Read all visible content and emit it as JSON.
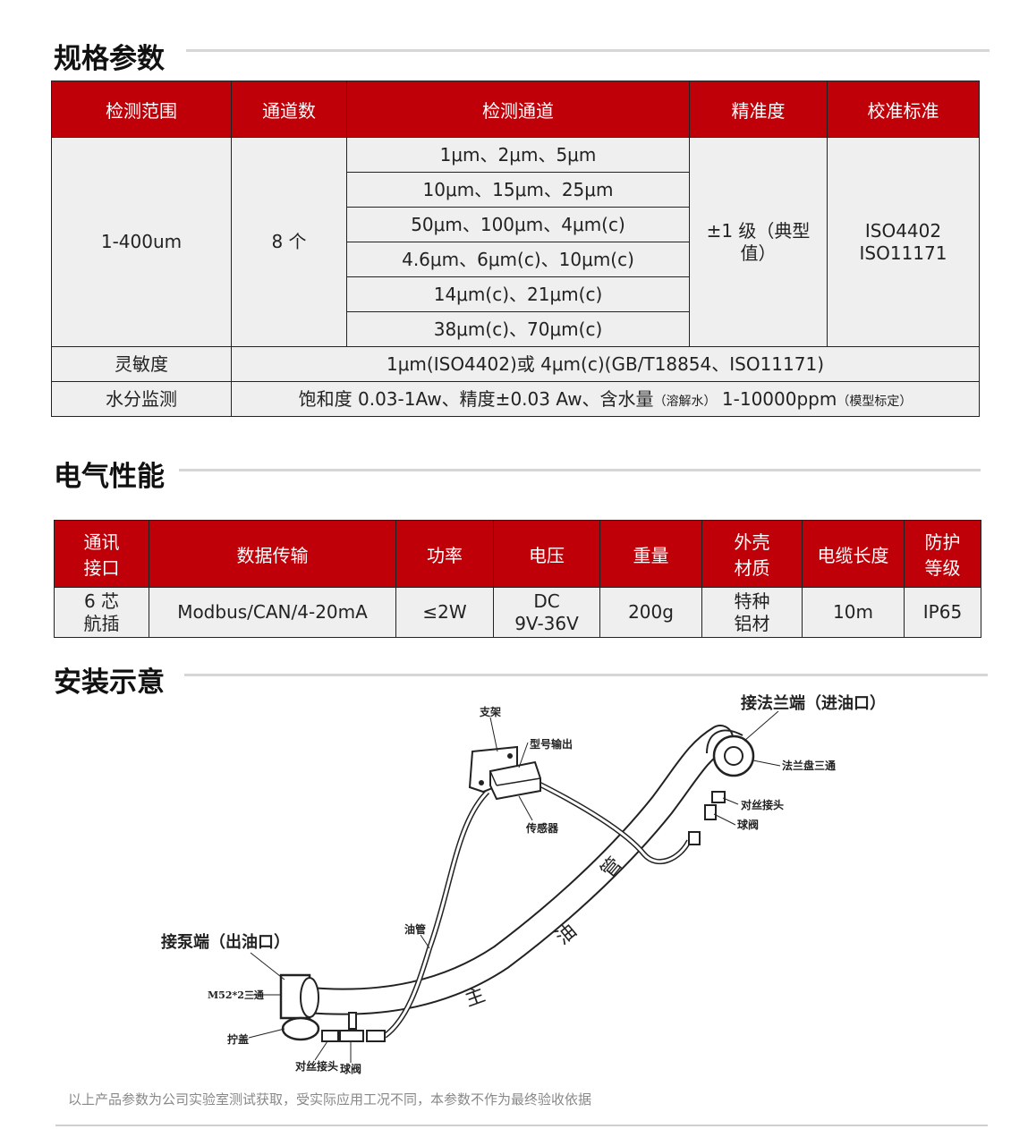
{
  "sections": {
    "spec_title": "规格参数",
    "electric_title": "电气性能",
    "install_title": "安装示意"
  },
  "spec_table": {
    "headers": [
      "检测范围",
      "通道数",
      "检测通道",
      "精准度",
      "校准标准"
    ],
    "range": "1-400um",
    "channel_count": "8 个",
    "channels": [
      "1μm、2μm、5μm",
      "10μm、15μm、25μm",
      "50μm、100μm、4μm(c)",
      "4.6μm、6μm(c)、10μm(c)",
      "14μm(c)、21μm(c)",
      "38μm(c)、70μm(c)"
    ],
    "accuracy_line1": "±1 级（典型",
    "accuracy_line2": "值）",
    "standard_line1": "ISO4402",
    "standard_line2": "ISO11171",
    "sensitivity_label": "灵敏度",
    "sensitivity_value": "1μm(ISO4402)或 4μm(c)(GB/T18854、ISO11171)",
    "moisture_label": "水分监测",
    "moisture_value_a": "饱和度 0.03-1Aw、精度±0.03 Aw、含水量",
    "moisture_value_b": "（溶解水）",
    "moisture_value_c": " 1-10000ppm",
    "moisture_value_d": "（模型标定）"
  },
  "electric_table": {
    "headers": {
      "interface_l1": "通讯",
      "interface_l2": "接口",
      "transfer": "数据传输",
      "power": "功率",
      "voltage": "电压",
      "weight": "重量",
      "shell_l1": "外壳",
      "shell_l2": "材质",
      "cable": "电缆长度",
      "protect_l1": "防护",
      "protect_l2": "等级"
    },
    "values": {
      "interface_l1": "6 芯",
      "interface_l2": "航插",
      "transfer": "Modbus/CAN/4-20mA",
      "power": "≤2W",
      "voltage_l1": "DC",
      "voltage_l2": "9V-36V",
      "weight": "200g",
      "shell_l1": "特种",
      "shell_l2": "铝材",
      "cable": "10m",
      "protect": "IP65"
    }
  },
  "diagram": {
    "labels": {
      "bracket": "支架",
      "signal_out": "型号输出",
      "sensor": "传感器",
      "flange_end": "接法兰端（进油口）",
      "flange_tee": "法兰盘三通",
      "union_top": "对丝接头",
      "ball_valve_top": "球阀",
      "oil_pipe": "油管",
      "pump_end": "接泵端（出油口）",
      "m52_tee": "M52*2三通",
      "cap": "拧盖",
      "union_bottom": "对丝接头",
      "ball_valve_bottom": "球阀"
    },
    "main_pipe_chars": [
      "主",
      "油",
      "管"
    ]
  },
  "footer_note": "以上产品参数为公司实验室测试获取，受实际应用工况不同，本参数不作为最终验收依据"
}
